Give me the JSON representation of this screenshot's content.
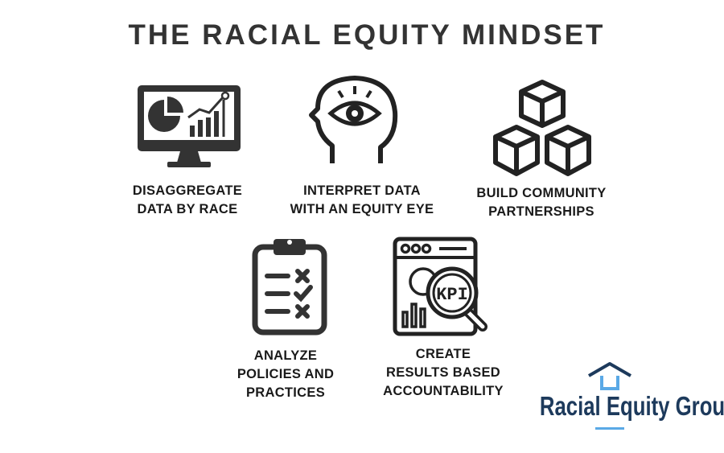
{
  "title": "THE RACIAL EQUITY MINDSET",
  "items": [
    {
      "icon": "monitor-chart-icon",
      "lines": [
        "DISAGGREGATE",
        "DATA BY RACE"
      ]
    },
    {
      "icon": "head-eye-icon",
      "lines": [
        "INTERPRET DATA",
        "WITH AN EQUITY EYE"
      ]
    },
    {
      "icon": "cubes-icon",
      "lines": [
        "BUILD COMMUNITY",
        "PARTNERSHIPS"
      ]
    },
    {
      "icon": "clipboard-checklist-icon",
      "lines": [
        "ANALYZE",
        "POLICIES AND",
        "PRACTICES"
      ]
    },
    {
      "icon": "kpi-magnifier-icon",
      "kpi_text": "KPI",
      "lines": [
        "CREATE",
        "RESULTS BASED",
        "ACCOUNTABILITY"
      ]
    }
  ],
  "logo": {
    "text": "Racial Equity Group",
    "dark_color": "#1d3a5c",
    "light_color": "#5aa9e6"
  }
}
